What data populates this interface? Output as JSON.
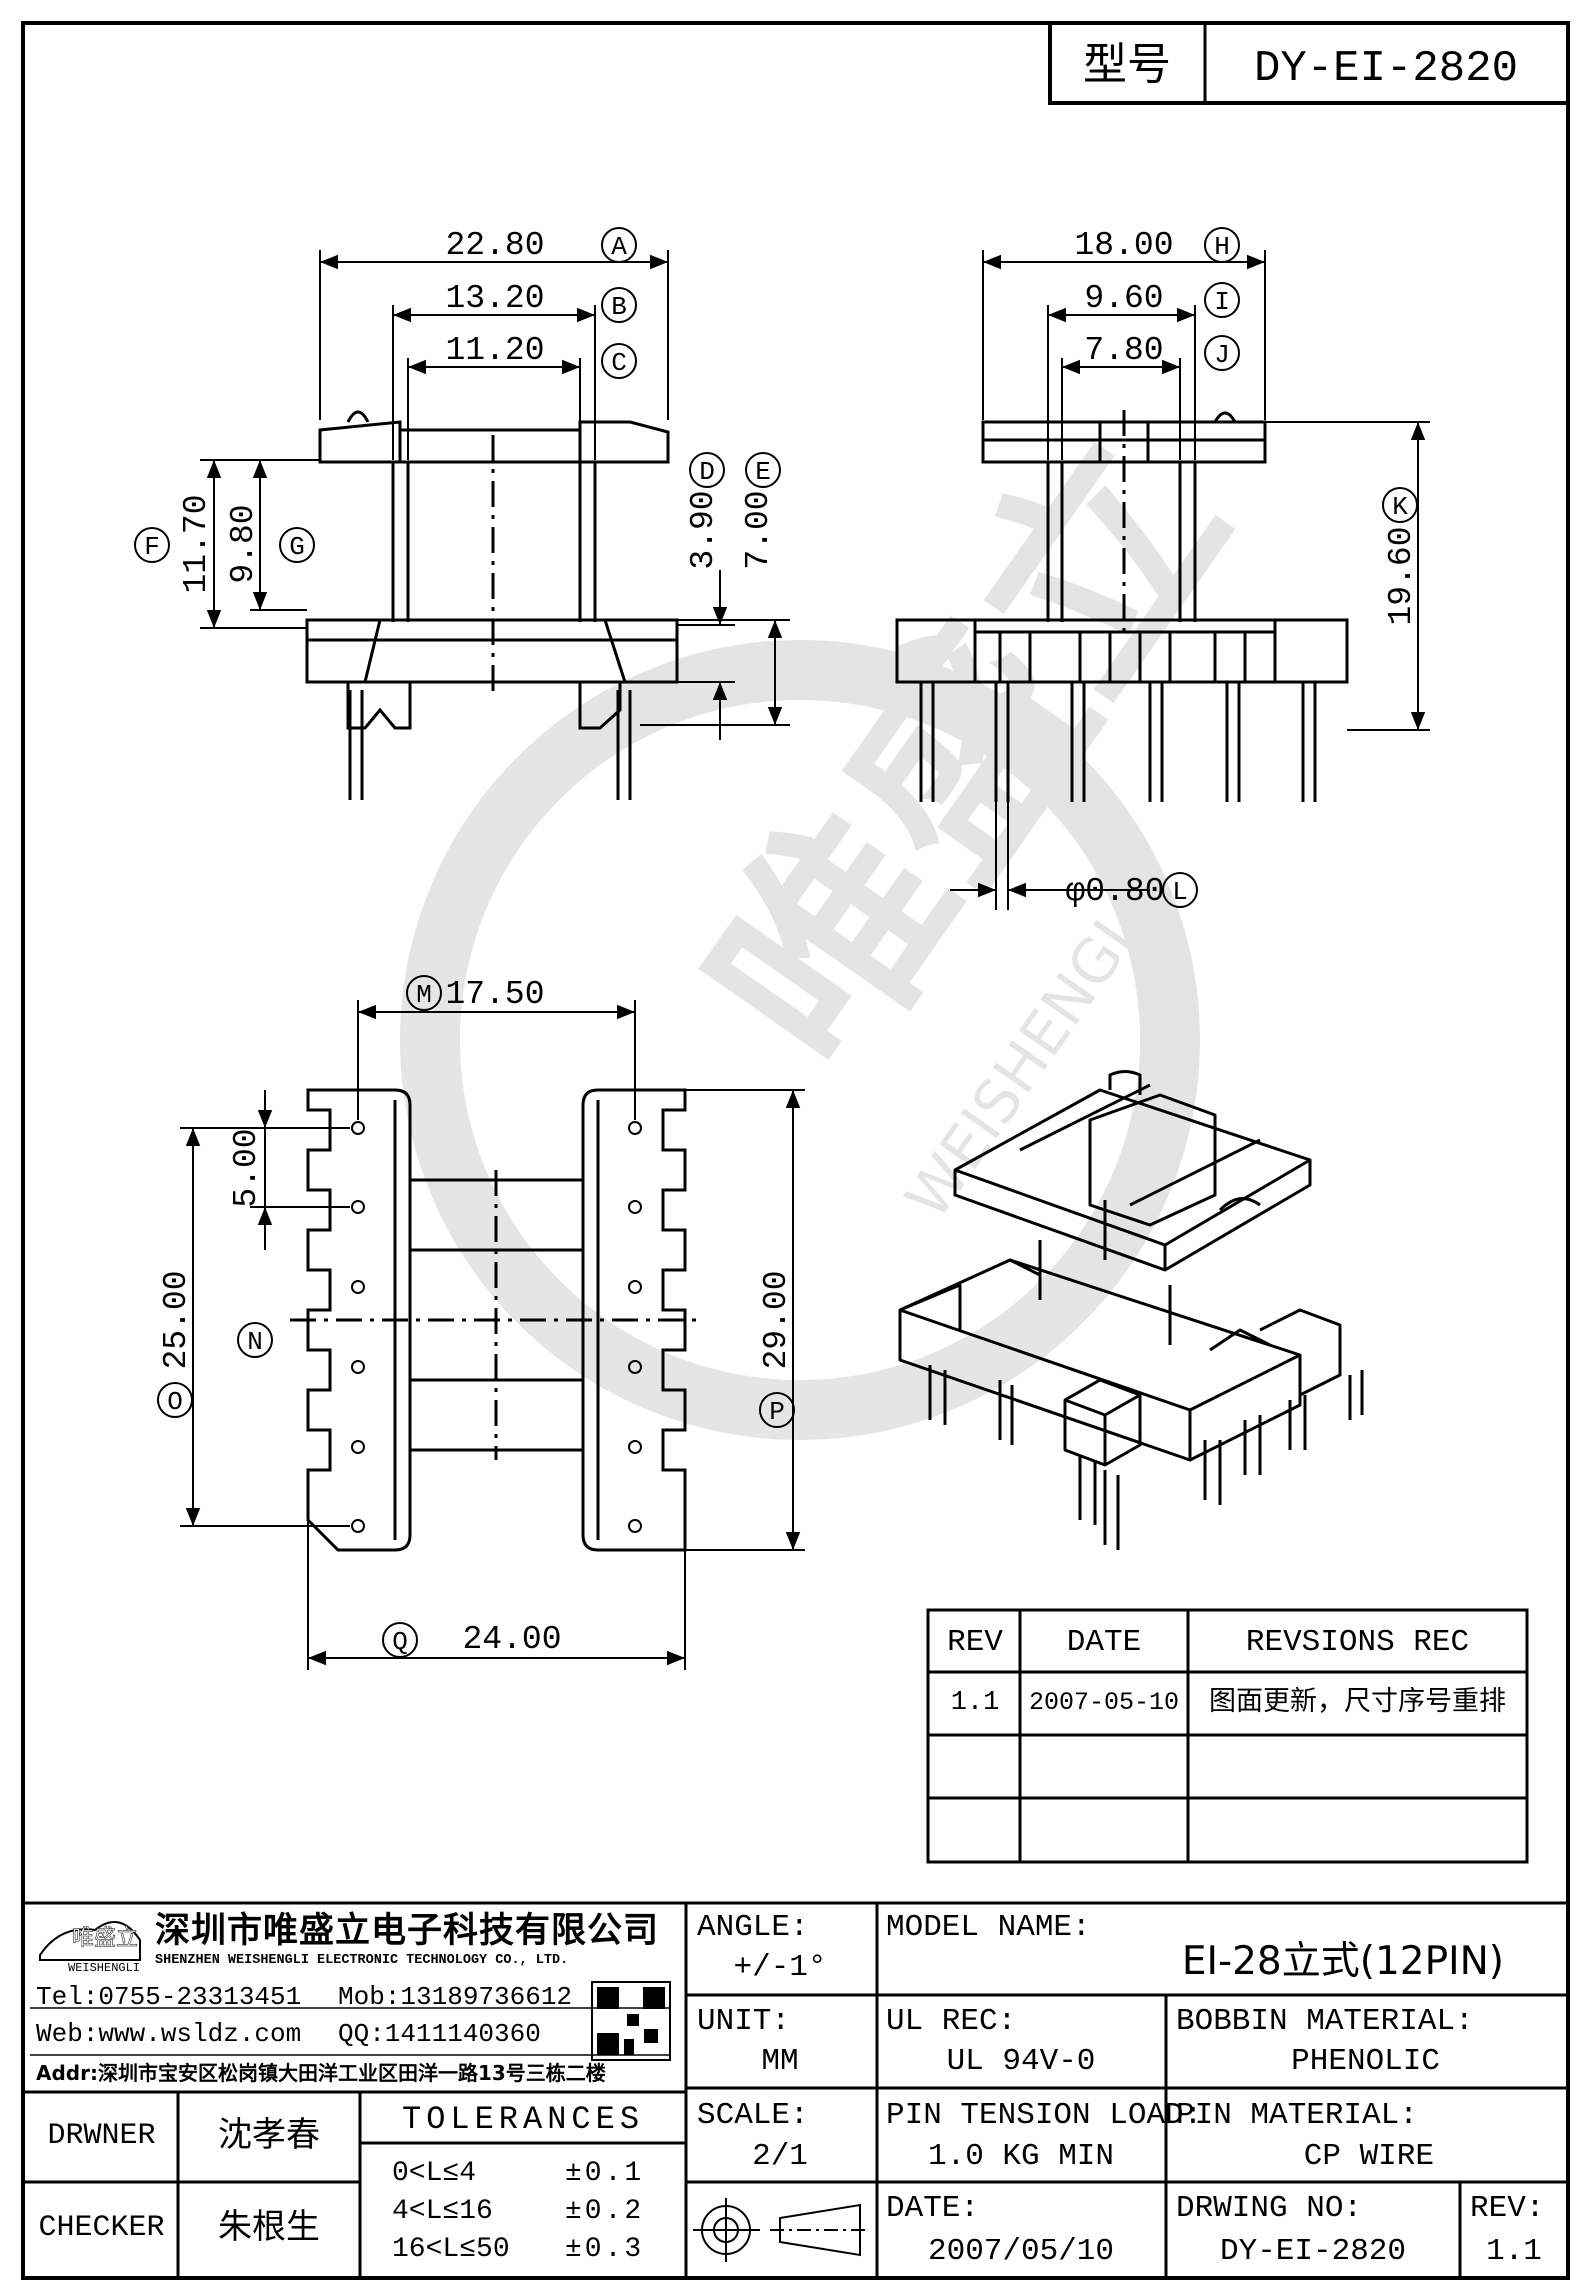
{
  "header": {
    "type_label": "型号",
    "part_no": "DY-EI-2820"
  },
  "front_view": {
    "dims": [
      "22.80",
      "13.20",
      "11.20",
      "11.70",
      "9.80",
      "3.90",
      "7.00"
    ],
    "letters": [
      "A",
      "B",
      "C",
      "F",
      "G",
      "D",
      "E"
    ]
  },
  "side_view": {
    "dims": [
      "18.00",
      "9.60",
      "7.80",
      "19.60",
      "φ0.80"
    ],
    "letters": [
      "H",
      "I",
      "J",
      "K",
      "L"
    ]
  },
  "top_view": {
    "dims": [
      "17.50",
      "5.00",
      "25.00",
      "29.00",
      "24.00"
    ],
    "letters": [
      "M",
      "N",
      "O",
      "P",
      "Q"
    ]
  },
  "watermark": {
    "cn": "唯盛立",
    "en": "WEISHENGLI"
  },
  "revisions": {
    "headers": [
      "REV",
      "DATE",
      "REVSIONS REC"
    ],
    "rows": [
      [
        "1.1",
        "2007-05-10",
        "图面更新，尺寸序号重排"
      ],
      [
        "",
        "",
        ""
      ],
      [
        "",
        "",
        ""
      ]
    ]
  },
  "company": {
    "logo_cn": "唯盛立",
    "logo_en": "WEISHENGLI",
    "name_cn": "深圳市唯盛立电子科技有限公司",
    "name_en": "SHENZHEN WEISHENGLI ELECTRONIC TECHNOLOGY CO., LTD.",
    "tel": "Tel:0755-23313451",
    "mob": "Mob:13189736612",
    "web": "Web:www.wsldz.com",
    "qq": "QQ:1411140360",
    "addr": "Addr:深圳市宝安区松岗镇大田洋工业区田洋一路13号三栋二楼"
  },
  "title_block": {
    "angle_label": "ANGLE:",
    "angle_value": "+/-1°",
    "model_label": "MODEL NAME:",
    "model_value": "EI-28立式(12PIN)",
    "unit_label": "UNIT:",
    "unit_value": "MM",
    "ul_label": "UL REC:",
    "ul_value": "UL 94V-0",
    "bobbin_label": "BOBBIN MATERIAL:",
    "bobbin_value": "PHENOLIC",
    "scale_label": "SCALE:",
    "scale_value": "2/1",
    "tension_label": "PIN TENSION LOAD:",
    "tension_value": "1.0 KG MIN",
    "pinmat_label": "PIN MATERIAL:",
    "pinmat_value": "CP WIRE",
    "date_label": "DATE:",
    "date_value": "2007/05/10",
    "dwg_label": "DRWING NO:",
    "dwg_value": "DY-EI-2820",
    "rev_label": "REV:",
    "rev_value": "1.1",
    "drawer_label": "DRWNER",
    "drawer_name": "沈孝春",
    "checker_label": "CHECKER",
    "checker_name": "朱根生",
    "tol_title": "TOLERANCES",
    "tol_rows": [
      [
        "0<L≤4",
        "±0.1"
      ],
      [
        "4<L≤16",
        "±0.2"
      ],
      [
        "16<L≤50",
        "±0.3"
      ]
    ]
  }
}
